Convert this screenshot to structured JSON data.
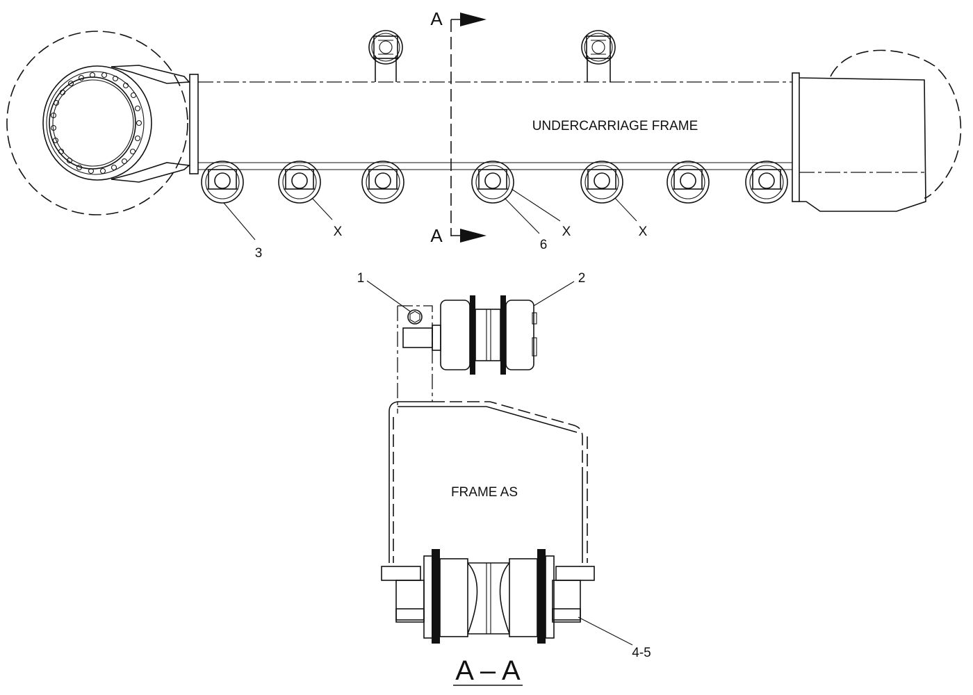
{
  "labels": {
    "undercarriage_frame": "UNDERCARRIAGE FRAME",
    "frame_as": "FRAME AS",
    "section_title": "A – A"
  },
  "section_marks": {
    "top": "A",
    "bottom": "A"
  },
  "callouts": {
    "c1": "1",
    "c2": "2",
    "c3": "3",
    "c6": "6",
    "c45": "4-5",
    "x": "X"
  }
}
